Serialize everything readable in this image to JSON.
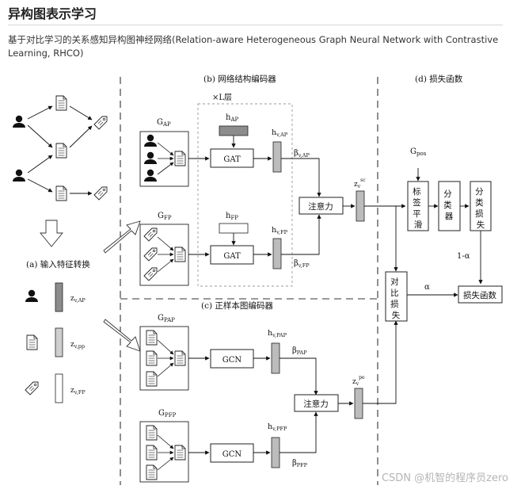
{
  "page": {
    "title": "异构图表示学习",
    "description": "基于对比学习的关系感知异构图神经网络(Relation-aware Heterogeneous Graph Neural Network with Contrastive Learning, RHCO)"
  },
  "diagram": {
    "section_a": "(a) 输入特征转换",
    "section_b": "(b) 网络结构编码器",
    "section_c": "(c) 正样本图编码器",
    "section_d": "(d) 损失函数",
    "layers_label": "×L层",
    "g_ap": "G",
    "g_ap_sub": "AP",
    "g_fp": "G",
    "g_fp_sub": "FP",
    "g_pap": "G",
    "g_pap_sub": "PAP",
    "g_pfp": "G",
    "g_pfp_sub": "PFP",
    "g_pos": "G",
    "g_pos_sub": "pos",
    "h_ap": "h",
    "h_ap_sub": "AP",
    "h_fp": "h",
    "h_fp_sub": "FP",
    "hv_ap": "h",
    "hv_ap_sub": "v,AP",
    "hv_fp": "h",
    "hv_fp_sub": "v,FP",
    "hv_pap": "h",
    "hv_pap_sub": "v,PAP",
    "hv_pfp": "h",
    "hv_pfp_sub": "v,PFP",
    "beta_ap": "β",
    "beta_ap_sub": "v,AP",
    "beta_fp": "β",
    "beta_fp_sub": "v,FP",
    "beta_pap": "β",
    "beta_pap_sub": "PAP",
    "beta_pfp": "β",
    "beta_pfp_sub": "PFP",
    "gat_label": "GAT",
    "gcn_label": "GCN",
    "attention_label": "注意力",
    "zv_sc": "z",
    "zv_sc_sub": "v",
    "zv_sc_sup": "sc",
    "zv_pe": "z",
    "zv_pe_sub": "v",
    "zv_pe_sup": "pe",
    "label_smooth": [
      "标",
      "签",
      "平",
      "滑"
    ],
    "classifier": [
      "分",
      "类",
      "器"
    ],
    "class_loss": [
      "分",
      "类",
      "损",
      "失"
    ],
    "contrast_loss": [
      "对",
      "比",
      "损",
      "失"
    ],
    "loss_function": "损失函数",
    "one_minus_alpha": "1-α",
    "alpha": "α",
    "z_ap": "z",
    "z_ap_sub": "v,AP",
    "z_pp": "z",
    "z_pp_sub": "v,pp",
    "z_fp": "z",
    "z_fp_sub": "v,FP"
  },
  "watermark": "CSDN @机智的程序员zero"
}
